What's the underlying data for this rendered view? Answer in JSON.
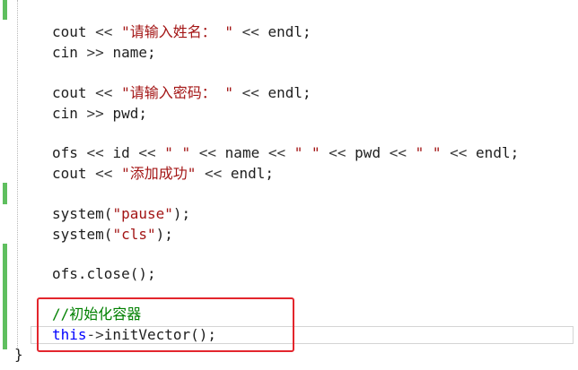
{
  "code": {
    "line1": {
      "a": "cout",
      "op1": " << ",
      "s": "\"请输入姓名： \"",
      "op2": " << ",
      "b": "endl;"
    },
    "line2": {
      "a": "cin",
      "op1": " >> ",
      "b": "name;"
    },
    "line3": {
      "a": "cout",
      "op1": " << ",
      "s": "\"请输入密码： \"",
      "op2": " << ",
      "b": "endl;"
    },
    "line4": {
      "a": "cin",
      "op1": " >> ",
      "b": "pwd;"
    },
    "line5": {
      "a": "ofs",
      "op1": " << ",
      "b": "id",
      "op2": " << ",
      "s1": "\" \"",
      "op3": " << ",
      "c": "name",
      "op4": " << ",
      "s2": "\" \"",
      "op5": " << ",
      "d": "pwd",
      "op6": " << ",
      "s3": "\" \"",
      "op7": " << ",
      "e": "endl;"
    },
    "line6": {
      "a": "cout",
      "op1": " << ",
      "s": "\"添加成功\"",
      "op2": " << ",
      "b": "endl;"
    },
    "line7": {
      "a": "system(",
      "s": "\"pause\"",
      "b": ");"
    },
    "line8": {
      "a": "system(",
      "s": "\"cls\"",
      "b": ");"
    },
    "line9": {
      "a": "ofs.close();"
    },
    "line10": {
      "comment": "//初始化容器"
    },
    "line11": {
      "kw": "this",
      "op": "->",
      "rest": "initVector();"
    },
    "closing_brace": "}"
  },
  "colors": {
    "string": "#a31515",
    "keyword": "#0000ff",
    "comment": "#008000",
    "change_marker": "#5fbf5f",
    "annotation_box": "#e3262d"
  }
}
